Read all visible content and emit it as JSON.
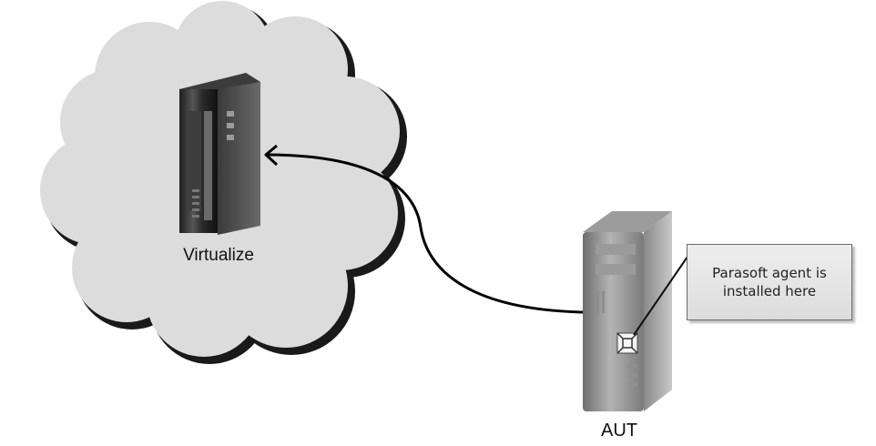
{
  "nodes": {
    "virtualize": {
      "label": "Virtualize"
    },
    "aut": {
      "label": "AUT"
    }
  },
  "callout": {
    "text": "Parasoft agent is\ninstalled here"
  },
  "colors": {
    "cloud_fill": "#dcdcdc",
    "cloud_shadow": "#1a1a1a",
    "server_dark": "#2b2b2b",
    "server_light": "#9a9a9a",
    "arrow": "#000000"
  },
  "icons": [
    "cloud-shape",
    "server-tower-icon",
    "desktop-tower-icon",
    "agent-icon",
    "arrow-connector"
  ]
}
